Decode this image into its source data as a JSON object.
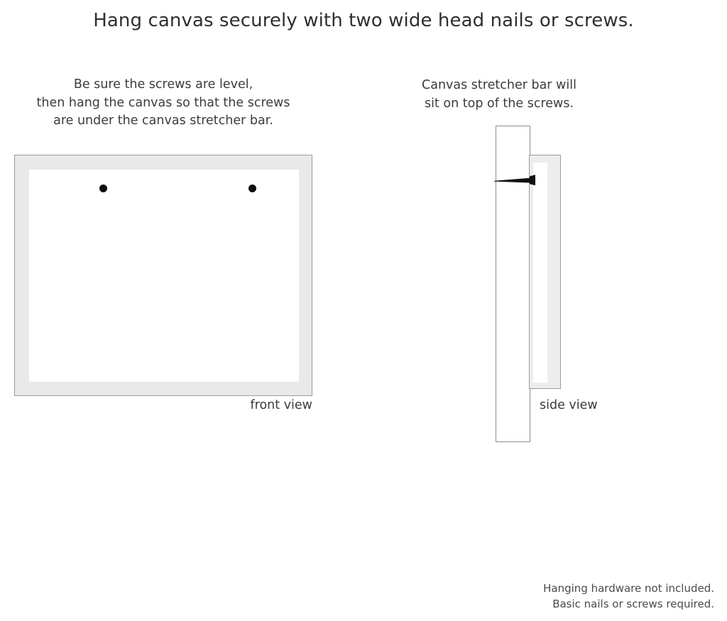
{
  "headline": "Hang canvas securely with two wide head nails or screws.",
  "captions": {
    "left": {
      "lines": [
        "Be sure the screws are level,",
        "then hang the canvas so that the screws",
        "are under the canvas stretcher bar."
      ]
    },
    "right": {
      "lines": [
        "Canvas stretcher bar will",
        "sit on top of the screws."
      ]
    }
  },
  "diagrams": {
    "front": {
      "label": "front view",
      "frame_color": "#e9e9e9",
      "frame_border_color": "#9a9a9a",
      "inner_color": "#ffffff",
      "screw_color": "#0d0d0d",
      "screw_count": 2
    },
    "side": {
      "label": "side view",
      "wall_color": "#ffffff",
      "wall_border_color": "#8d8d8d",
      "canvas_color": "#ededed",
      "canvas_border_color": "#9a9a9a",
      "stretcher_bar_color": "#ffffff",
      "screw_color": "#111111"
    }
  },
  "footer": {
    "lines": [
      "Hanging hardware not included.",
      "Basic nails or screws required."
    ]
  }
}
